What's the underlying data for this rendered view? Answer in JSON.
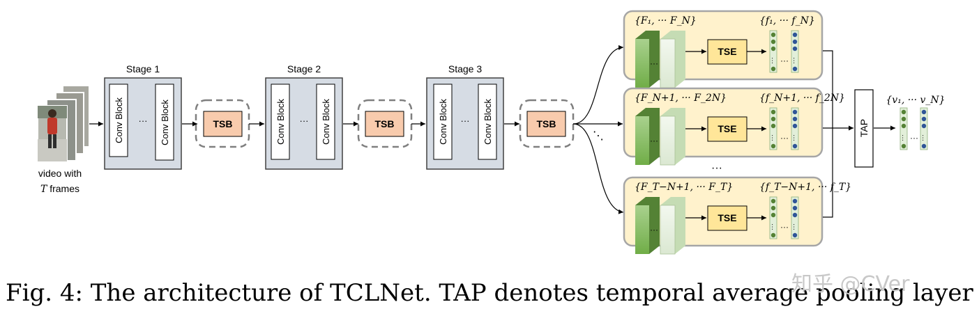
{
  "input": {
    "label_line1": "video with",
    "label_T": "T",
    "label_line2_rest": "frames"
  },
  "stages": [
    {
      "title": "Stage 1",
      "block1": "Conv Block",
      "dots": "···",
      "block2": "Conv Block"
    },
    {
      "title": "Stage 2",
      "block1": "Conv Block",
      "dots": "···",
      "block2": "Conv Block"
    },
    {
      "title": "Stage 3",
      "block1": "Conv Block",
      "dots": "···",
      "block2": "Conv Block"
    }
  ],
  "tsb_label": "TSB",
  "branches": [
    {
      "feat_set": "{F₁, ··· F_N}",
      "f_set": "{f₁, ··· f_N}",
      "tse": "TSE",
      "cube_dots": "···",
      "vec_dots": "···"
    },
    {
      "feat_set": "{F_N+1, ··· F_2N}",
      "f_set": "{f_N+1, ··· f_2N}",
      "tse": "TSE",
      "cube_dots": "···",
      "vec_dots": "···"
    },
    {
      "feat_set": "{F_T−N+1, ··· F_T}",
      "f_set": "{f_T−N+1, ··· f_T}",
      "tse": "TSE",
      "cube_dots": "···",
      "vec_dots": "···"
    }
  ],
  "branch_gap_dots": "···",
  "split_dots": "⋱",
  "tap_label": "TAP",
  "output_set": "{v₁, ··· v_N}",
  "caption": "Fig. 4: The architecture of TCLNet. TAP denotes temporal average pooling layer",
  "watermark": "知乎 @CVer",
  "colors": {
    "stage_fill": "#d6dce4",
    "tsb_fill": "#f8cbad",
    "branch_fill": "#fff2cc",
    "tse_fill": "#ffe699",
    "dot_green": "#548235",
    "dot_blue": "#2f5597",
    "vec_bg": "#e2efd9"
  }
}
